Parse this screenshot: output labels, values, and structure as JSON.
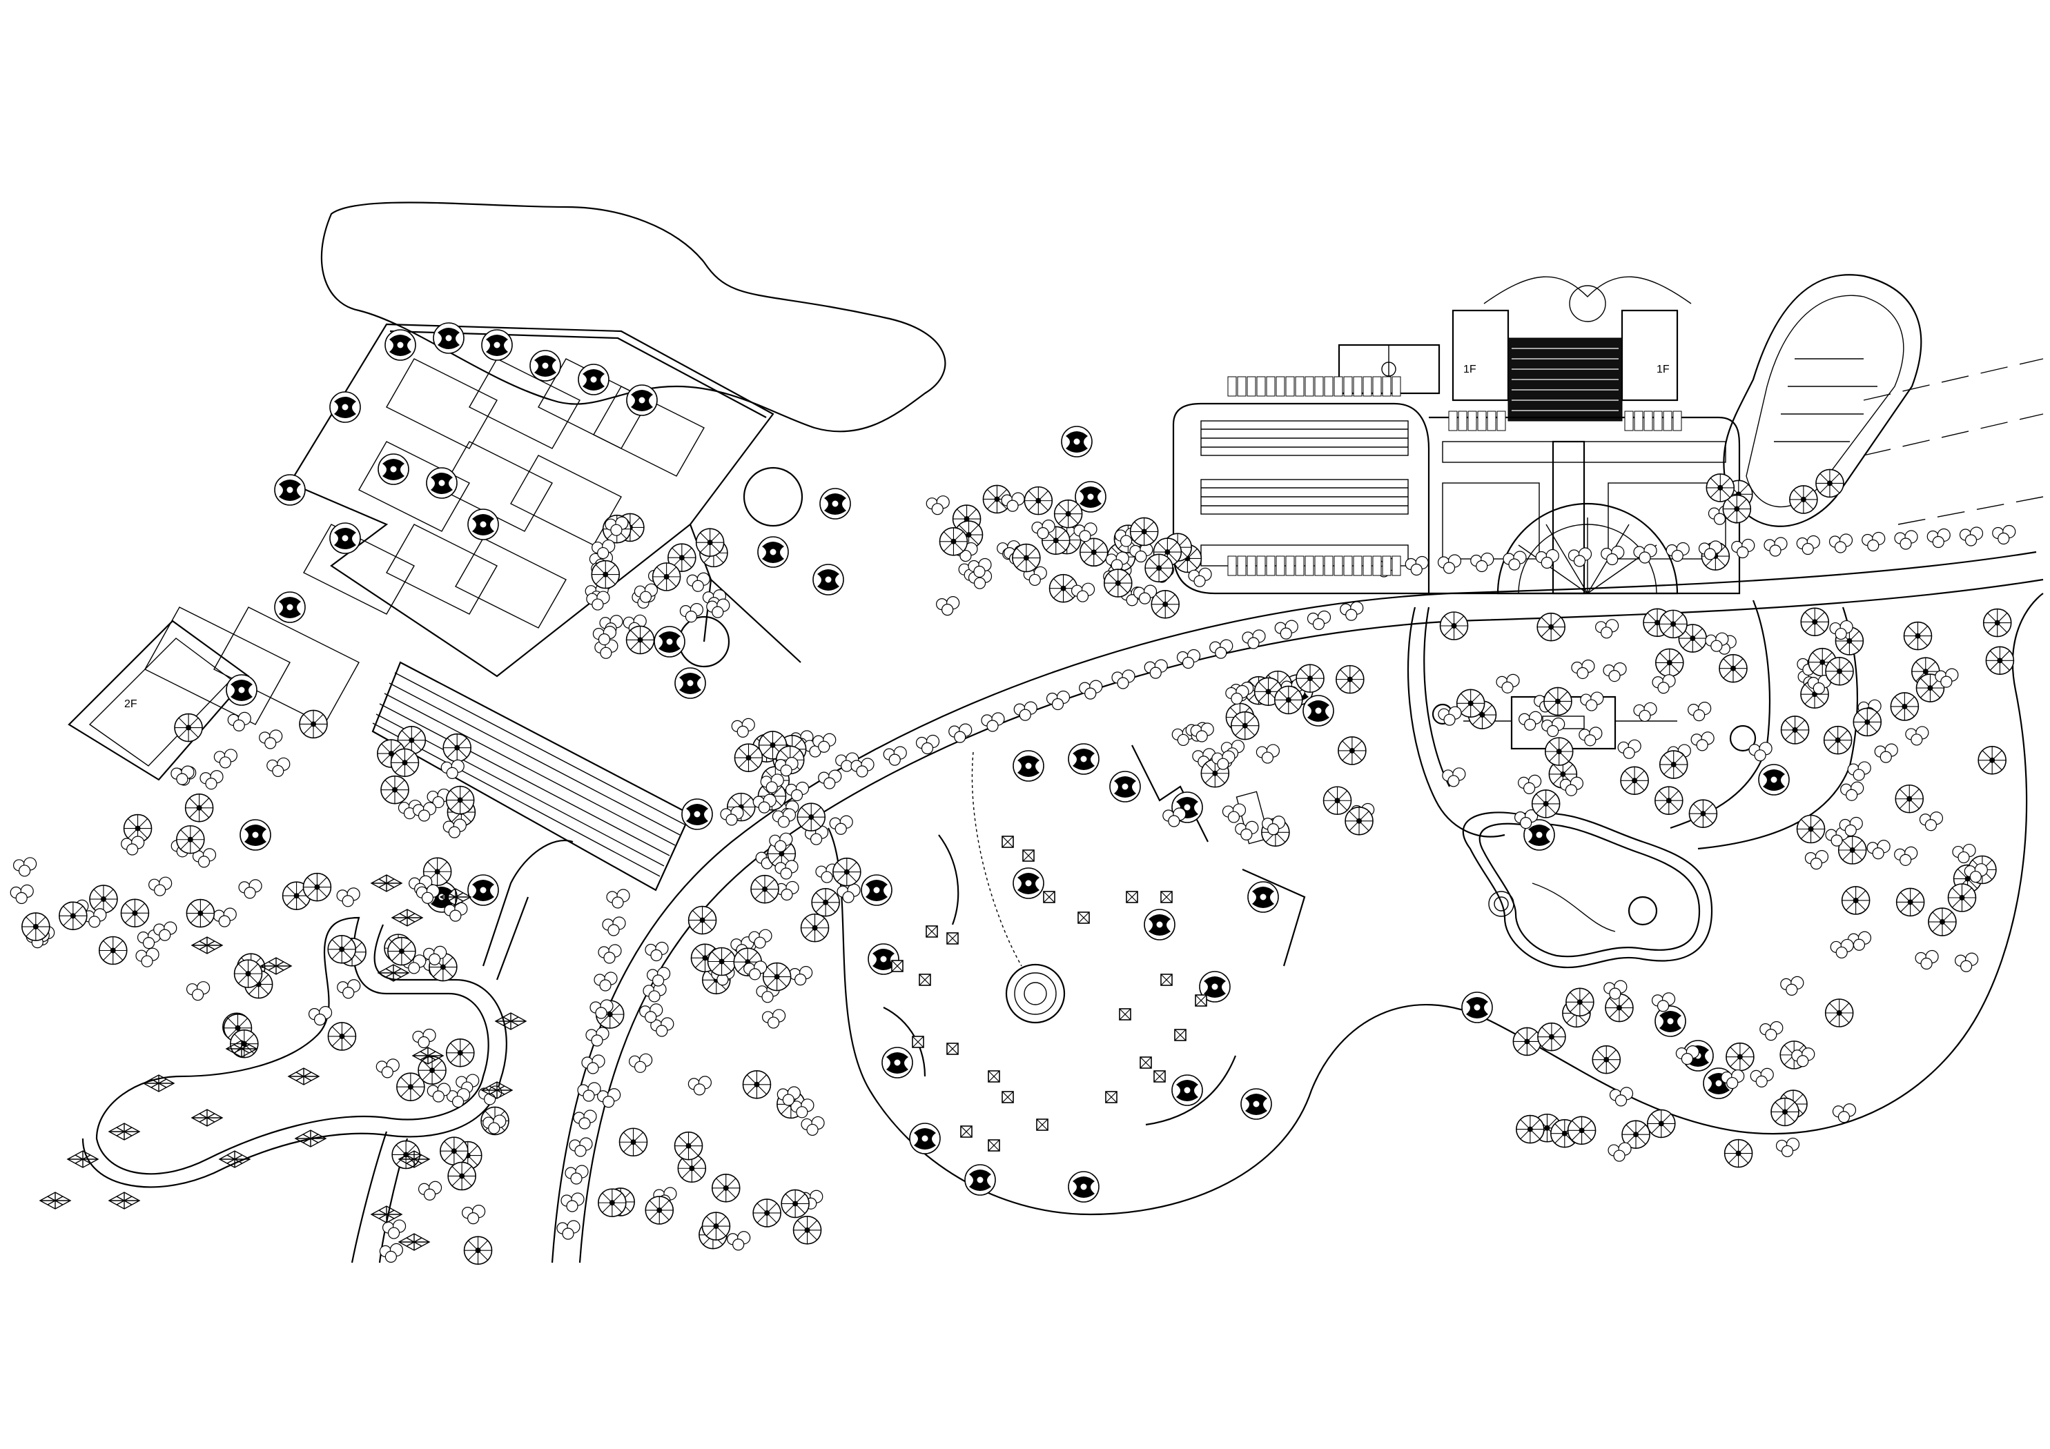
{
  "labels": {
    "west_building": "2F",
    "central_hall_left": "1F",
    "central_hall_right": "1F"
  },
  "colors": {
    "line": "#000000",
    "paper": "#ffffff"
  },
  "symbols": {
    "tree_a": "deciduous-tree-icon",
    "tree_b": "evergreen-tree-icon",
    "shrub": "shrub-cluster-icon",
    "pergola": "lattice-pergola-icon",
    "stone": "stepping-stone-icon"
  }
}
